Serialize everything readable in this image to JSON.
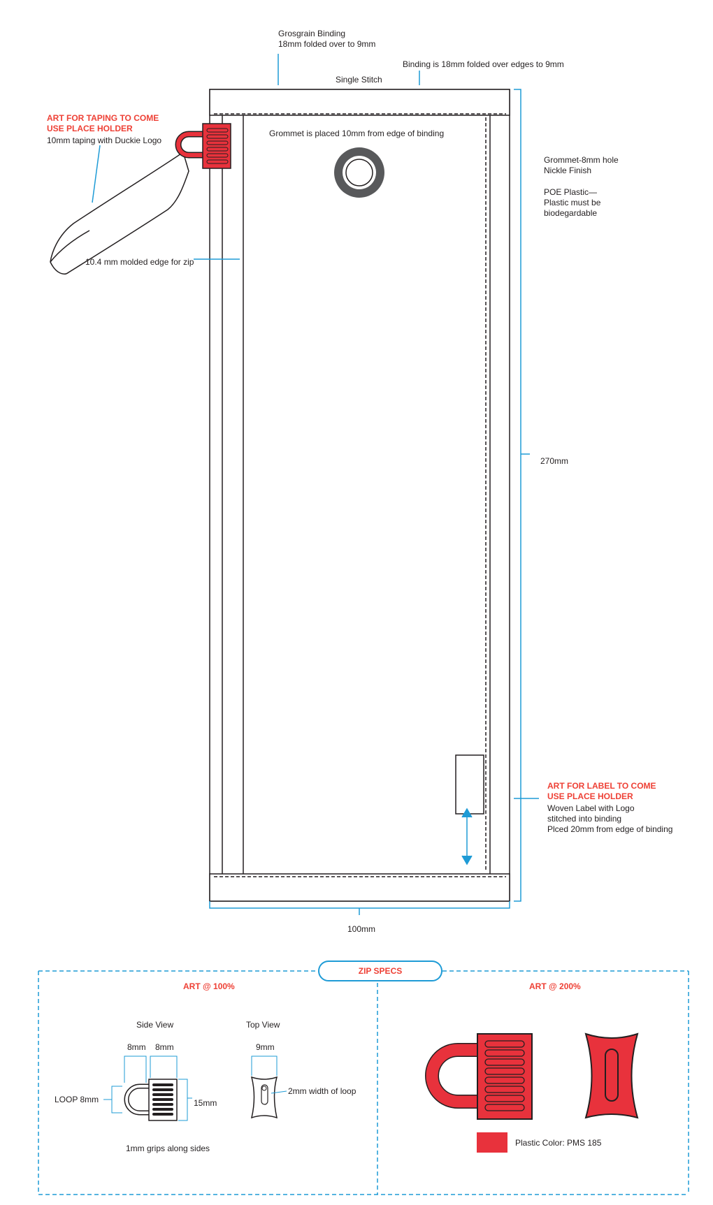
{
  "binding_note": [
    "Grosgrain Binding",
    "18mm folded over to 9mm"
  ],
  "binding_edges_note": "Binding is 18mm folded over edges to  9mm",
  "stitch_note": "Single Stitch",
  "grommet_position_note": "Grommet is placed 10mm from edge of binding",
  "grommet_spec": [
    "Grommet-8mm hole",
    "Nickle Finish"
  ],
  "plastic_spec": [
    "POE Plastic—",
    "Plastic must be",
    "biodegardable"
  ],
  "taping_art_note": [
    "ART FOR TAPING TO COME",
    "USE PLACE HOLDER"
  ],
  "taping_note": "10mm taping with Duckie Logo",
  "zip_edge_note": "10.4 mm molded edge for zip",
  "height_dimension": "270mm",
  "width_dimension": "100mm",
  "label_art_note": [
    "ART FOR LABEL TO COME",
    "USE PLACE HOLDER"
  ],
  "label_note": [
    "Woven Label with Logo",
    "stitched into binding",
    "Plced 20mm from edge of binding"
  ],
  "zip_specs": {
    "title": "ZIP SPECS",
    "left_title": "ART @ 100%",
    "right_title": "ART @ 200%",
    "side_view": "Side View",
    "top_view": "Top View",
    "dim_8mm_a": "8mm",
    "dim_8mm_b": "8mm",
    "dim_9mm": "9mm",
    "loop": "LOOP  8mm",
    "dim_15mm": "15mm",
    "loop_width": "2mm  width of loop",
    "grips": "1mm grips along sides",
    "plastic_color": "Plastic Color: PMS 185"
  },
  "colors": {
    "accent_blue": "#1e9bd6",
    "plastic_red": "#e8323c",
    "annotation_red": "#ee4035",
    "grommet_gray": "#58595b",
    "line": "#231f20"
  }
}
